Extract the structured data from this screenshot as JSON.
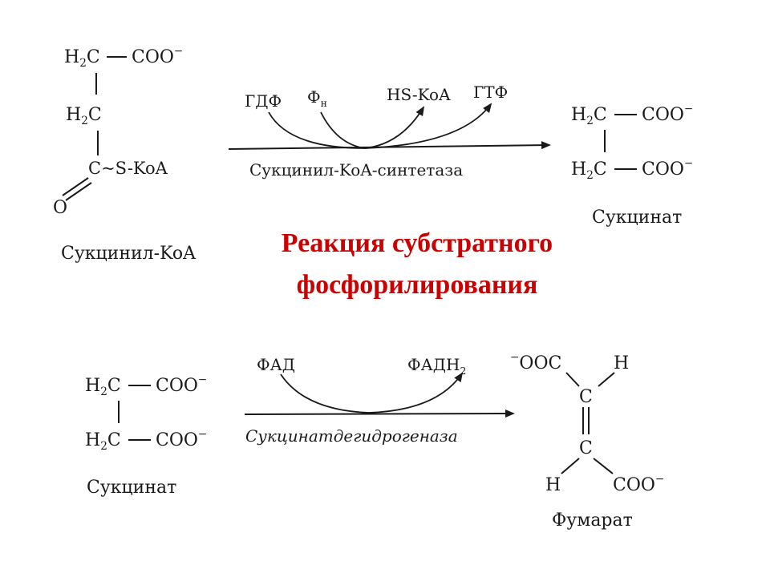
{
  "reaction1": {
    "substrate": {
      "row1_left": "H",
      "row1_left_sub": "2",
      "row1_left_end": "C",
      "row1_right": "COO",
      "row1_charge": "−",
      "row2_left": "H",
      "row2_left_sub": "2",
      "row2_left_end": "C",
      "row3": "C~S-KoA",
      "row4": "O",
      "name": "Сукцинил-KoA"
    },
    "cofactors": {
      "in1": "ГДФ",
      "in2": "Ф",
      "in2_sub": "н",
      "out1": "HS-KoA",
      "out2": "ГТФ"
    },
    "enzyme": "Сукцинил-KoA-синтетаза",
    "product": {
      "row1_left": "H",
      "row1_left_sub": "2",
      "row1_left_end": "C",
      "row1_right": "COO",
      "row1_charge": "−",
      "row2_left": "H",
      "row2_left_sub": "2",
      "row2_left_end": "C",
      "row2_right": "COO",
      "row2_charge": "−",
      "name": "Сукцинат"
    }
  },
  "title": {
    "line1": "Реакция субстратного",
    "line2": "фосфорилирования"
  },
  "reaction2": {
    "substrate": {
      "row1_left": "H",
      "row1_left_sub": "2",
      "row1_left_end": "C",
      "row1_right": "COO",
      "row1_charge": "−",
      "row2_left": "H",
      "row2_left_sub": "2",
      "row2_left_end": "C",
      "row2_right": "COO",
      "row2_charge": "−",
      "name": "Сукцинат"
    },
    "cofactors": {
      "in": "ФАД",
      "out": "ФАДН",
      "out_sub": "2"
    },
    "enzyme": "Сукцинатдегидрогеназа",
    "product": {
      "top_left_charge": "−",
      "top_left": "OOC",
      "top_right": "H",
      "c1": "C",
      "c2": "C",
      "bottom_left": "H",
      "bottom_right": "COO",
      "bottom_charge": "−",
      "name": "Фумарат"
    }
  },
  "colors": {
    "title": "#cc0000",
    "ink": "#1a1a1a",
    "background": "#ffffff"
  }
}
